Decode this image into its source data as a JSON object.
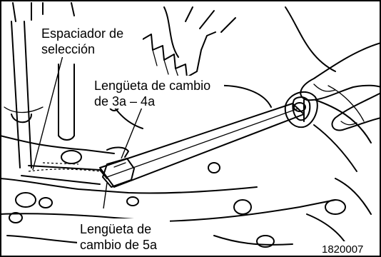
{
  "labels": {
    "spacer_line1": "Espaciador de",
    "spacer_line2": "selección",
    "tab34_line1": "Lengüeta de cambio",
    "tab34_line2": "de 3a – 4a",
    "tab5_line1": "Lengüeta de",
    "tab5_line2": "cambio de 5a"
  },
  "figure_number": "1820007"
}
